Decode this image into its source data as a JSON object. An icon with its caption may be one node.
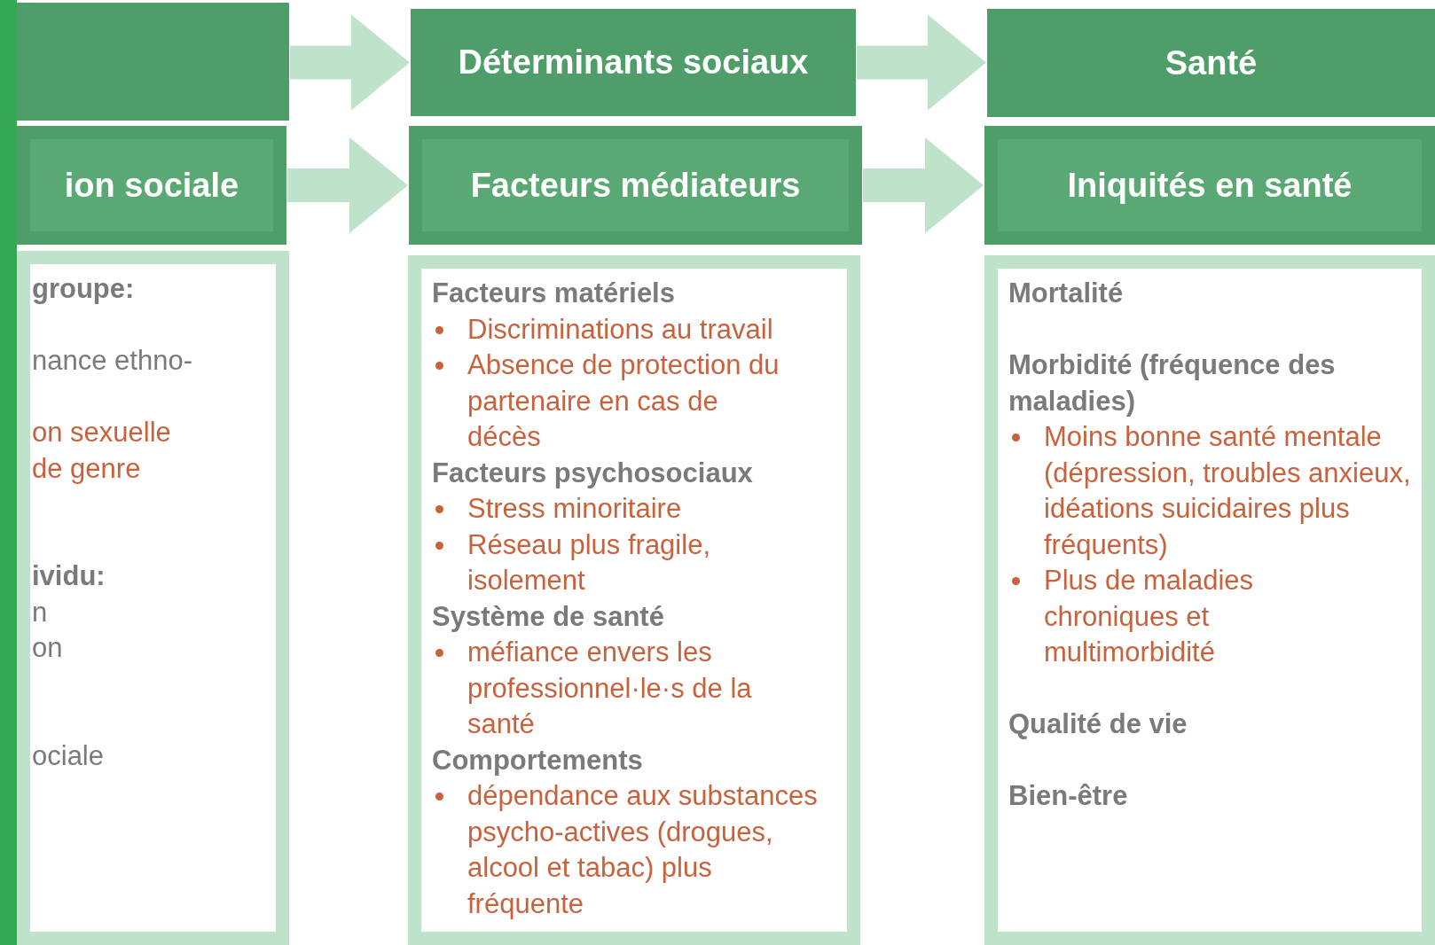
{
  "diagram": {
    "nodes": [
      {
        "text": [],
        "shape": "box"
      },
      {
        "text": [
          "Déterminants sociaux"
        ]
      },
      {
        "text": [
          "Santé"
        ]
      },
      {
        "text": [
          "ion sociale"
        ]
      },
      {
        "text": [
          "Facteurs médiateurs"
        ]
      },
      {
        "text": [
          "Iniquités en santé"
        ]
      },
      {
        "text": [
          "groupe:",
          "nance ethno-",
          "on sexuelle de genre",
          "ividu:",
          "n",
          "on",
          "ociale"
        ]
      },
      {
        "text": [
          "Facteurs matériels",
          "Discriminations au travail",
          "Absence de protection du partenaire en cas de décès",
          "Facteurs psychosociaux",
          "Stress minoritaire",
          "Réseau plus fragile, isolement",
          "Système de santé",
          "méfiance envers les professionnel·le·s de la santé",
          "Comportements",
          "dépendance aux substances psycho-actives (drogues, alcool et tabac) plus fréquente"
        ]
      },
      {
        "text": [
          "Mortalité",
          "Morbidité (fréquence des maladies)",
          "Moins bonne santé mentale (dépression, troubles anxieux, idéations suicidaires plus fréquents)",
          "Plus de maladies chroniques et multimorbidité",
          "Qualité de vie",
          "Bien-être"
        ]
      }
    ],
    "edges": [
      {
        "from": 0,
        "to": 1,
        "arrow": "to"
      },
      {
        "from": 1,
        "to": 2,
        "arrow": "to"
      },
      {
        "from": 3,
        "to": 4,
        "arrow": "to"
      },
      {
        "from": 4,
        "to": 5,
        "arrow": "to"
      }
    ]
  }
}
